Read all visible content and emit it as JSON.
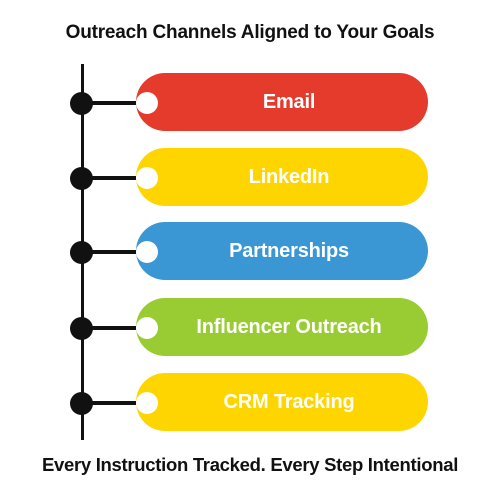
{
  "title": "Outreach Channels Aligned to Your Goals",
  "footer": "Every Instruction Tracked. Every Step Intentional",
  "channels": [
    {
      "label": "Email",
      "color": "#E53B2C"
    },
    {
      "label": "LinkedIn",
      "color": "#FFD500"
    },
    {
      "label": "Partnerships",
      "color": "#3A97D4"
    },
    {
      "label": "Influencer Outreach",
      "color": "#99CC33"
    },
    {
      "label": "CRM Tracking",
      "color": "#FFD500"
    }
  ]
}
